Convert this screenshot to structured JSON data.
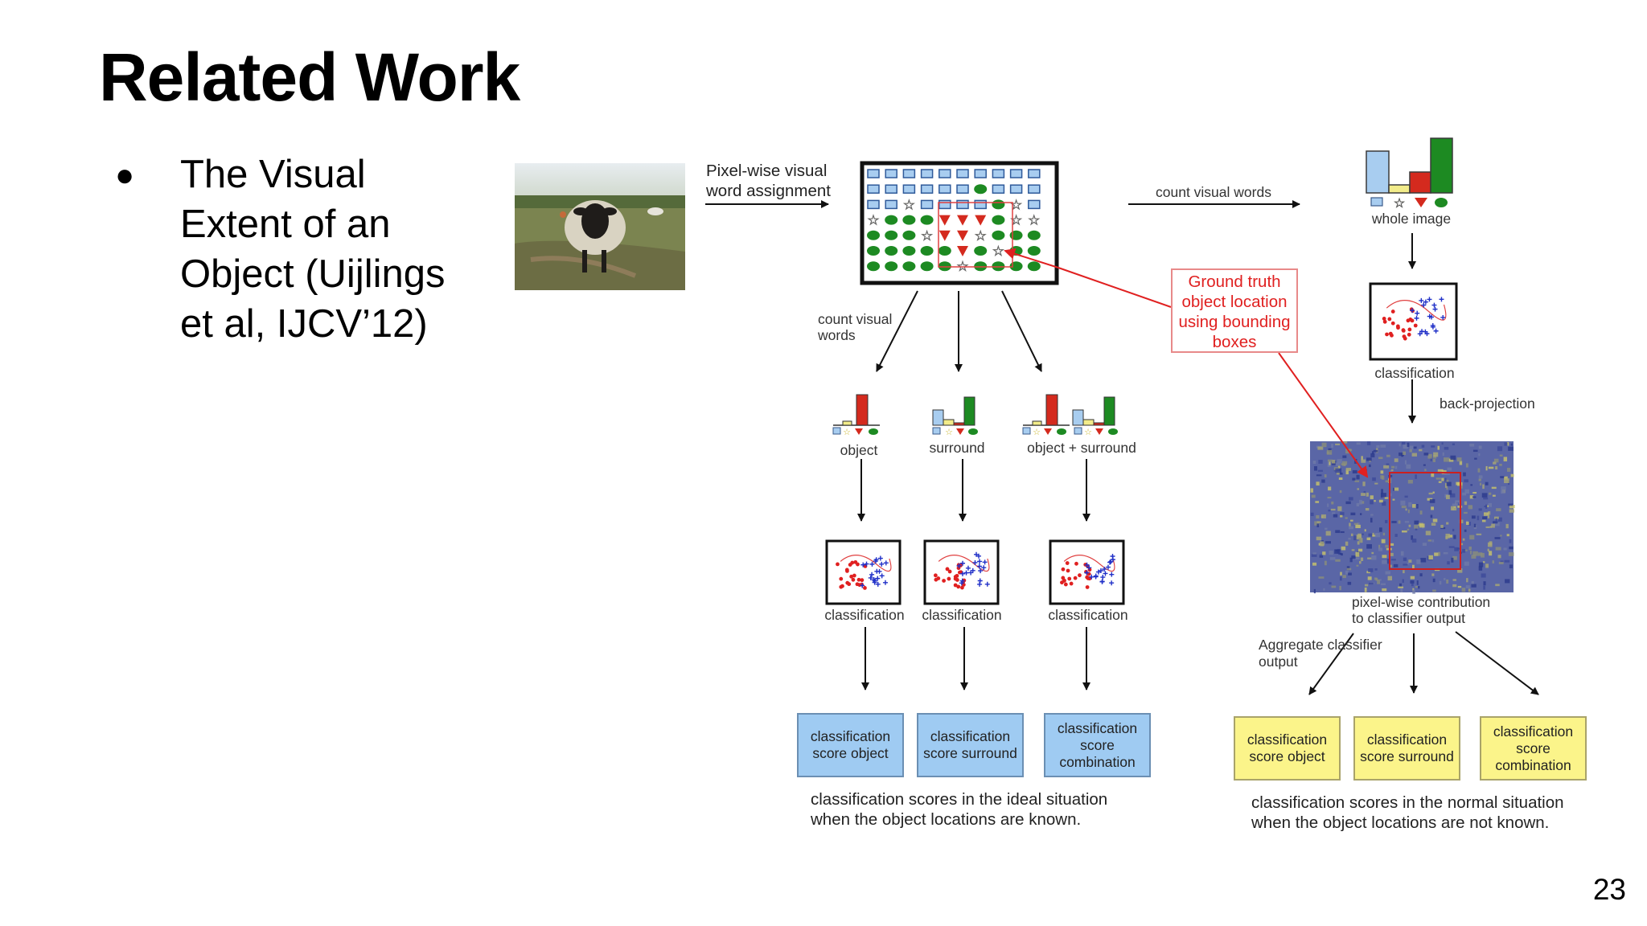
{
  "slide": {
    "title": "Related Work",
    "bullet_symbol": "●",
    "bullet_lines": [
      "The Visual",
      "Extent of an",
      "Object (Uijlings",
      "et al, IJCV’12)"
    ],
    "page_number": "23"
  },
  "diagram": {
    "pixel_label_1": "Pixel-wise visual",
    "pixel_label_2": "word assignment",
    "count_visual_words_top": "count visual words",
    "count_visual_words_left_1": "count visual",
    "count_visual_words_left_2": "words",
    "whole_image": "whole image",
    "classification": "classification",
    "back_projection": "back-projection",
    "ground_truth": [
      "Ground truth",
      "object location",
      "using bounding",
      "boxes"
    ],
    "hist_object": "object",
    "hist_surround": "surround",
    "hist_object_surround": "object + surround",
    "pixel_contribution_1": "pixel-wise contribution",
    "pixel_contribution_2": "to classifier output",
    "aggregate_1": "Aggregate classifier",
    "aggregate_2": "output",
    "score_object": [
      "classification",
      "score object"
    ],
    "score_surround": [
      "classification",
      "score surround"
    ],
    "score_combination": [
      "classification",
      "score",
      "combination"
    ],
    "caption_ideal_1": "classification scores in the ideal situation",
    "caption_ideal_2": "when the object locations are known.",
    "caption_normal_1": "classification scores in the normal situation",
    "caption_normal_2": "when the object locations are not known."
  },
  "colors": {
    "blue_box": "#9fcbf2",
    "yellow_box": "#fbf48a",
    "red_annotation": "#e02020",
    "hist_blue": "#a8cdf0",
    "hist_yellow": "#f2ec8a",
    "hist_red": "#d42a1e",
    "hist_green": "#1d8a22"
  },
  "icons": [
    "bullet-icon",
    "sheep-photo",
    "visual-word-grid",
    "histogram-icon",
    "scatter-plot-icon",
    "heatmap-image"
  ]
}
